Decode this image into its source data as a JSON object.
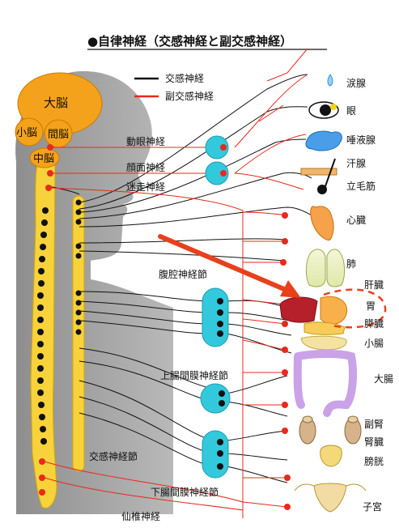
{
  "title": "●自律神経（交感神経と副交感神経）",
  "legend": [
    {
      "label": "交感神経",
      "color": "#111111"
    },
    {
      "label": "副交感神経",
      "color": "#e8291c"
    }
  ],
  "colors": {
    "sympathetic": "#111111",
    "parasympathetic": "#e8291c",
    "ganglion": "#33c9dc",
    "cord": "#f7d23a",
    "brain": "#f4a21b",
    "silhouette": "#9c9c9c",
    "arrow": "#e8401c"
  },
  "brain": {
    "cerebrum": "大脳",
    "cerebellum": "小脳",
    "diencephalon": "間脳",
    "midbrain": "中脳"
  },
  "cranial_nerves": [
    {
      "key": "oculomotor",
      "label": "動眼神経"
    },
    {
      "key": "facial",
      "label": "顔面神経"
    },
    {
      "key": "vagus",
      "label": "迷走神経"
    }
  ],
  "ganglia": [
    {
      "key": "celiac",
      "label": "腹腔神経節"
    },
    {
      "key": "superior_mesenteric",
      "label": "上腸間膜神経節"
    },
    {
      "key": "inferior_mesenteric",
      "label": "下腸間膜神経節"
    }
  ],
  "chain_label": "交感神経節",
  "sacral_label": "仙椎神経",
  "organs": [
    {
      "key": "lacrimal",
      "label": "涙腺",
      "icon": "tear-drop-icon"
    },
    {
      "key": "eye",
      "label": "眼",
      "icon": "eye-icon"
    },
    {
      "key": "salivary",
      "label": "唾液腺",
      "icon": "salivary-gland-icon"
    },
    {
      "key": "sweat",
      "label": "汗腺",
      "icon": "hair-follicle-icon"
    },
    {
      "key": "piloerector",
      "label": "立毛筋",
      "icon": "hair-follicle-icon"
    },
    {
      "key": "heart",
      "label": "心臓",
      "icon": "heart-icon"
    },
    {
      "key": "lung",
      "label": "肺",
      "icon": "lung-icon"
    },
    {
      "key": "liver",
      "label": "肝臓",
      "icon": "liver-icon"
    },
    {
      "key": "stomach",
      "label": "胃",
      "icon": "stomach-icon"
    },
    {
      "key": "pancreas",
      "label": "膵臓",
      "icon": "pancreas-icon"
    },
    {
      "key": "small_intestine",
      "label": "小腸",
      "icon": "intestine-icon"
    },
    {
      "key": "large_intestine",
      "label": "大腸",
      "icon": "colon-icon"
    },
    {
      "key": "adrenal",
      "label": "副腎",
      "icon": "adrenal-icon"
    },
    {
      "key": "kidney",
      "label": "腎臓",
      "icon": "kidney-icon"
    },
    {
      "key": "bladder",
      "label": "膀胱",
      "icon": "bladder-icon"
    },
    {
      "key": "uterus",
      "label": "子宮",
      "icon": "uterus-icon"
    }
  ]
}
